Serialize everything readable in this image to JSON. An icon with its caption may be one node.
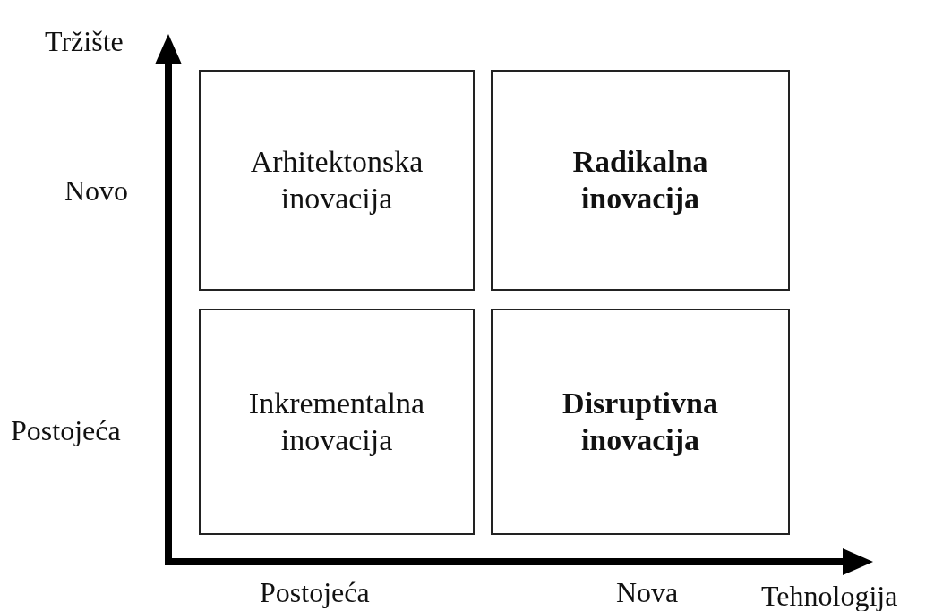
{
  "diagram": {
    "nodes": [
      {
        "text": [
          "Arhitektonska inovacija"
        ]
      },
      {
        "text": [
          "Radikalna inovacija"
        ]
      },
      {
        "text": [
          "Inkrementalna inovacija"
        ]
      },
      {
        "text": [
          "Disruptivna inovacija"
        ]
      }
    ],
    "labels": [
      "Tržište",
      "Novo",
      "Postojeća",
      "Postojeća",
      "Nova",
      "Tehnologija"
    ]
  }
}
